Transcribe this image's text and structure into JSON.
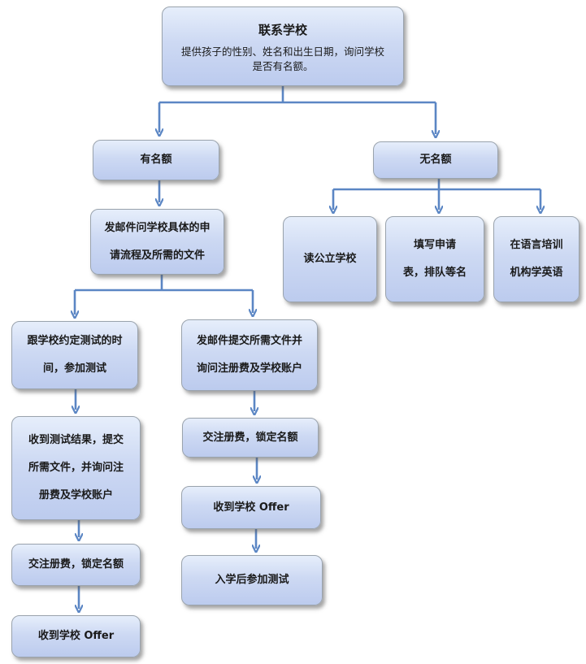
{
  "top": {
    "title": "联系学校",
    "desc_line1": "提供孩子的性别、姓名和出生日期，询问学校",
    "desc_line2": "是否有名额。"
  },
  "has_spot": {
    "label": "有名额"
  },
  "no_spot": {
    "label": "无名额"
  },
  "email_ask": {
    "line1": "发邮件问学校具体的申",
    "line2": "请流程及所需的文件"
  },
  "public_school": {
    "label": "读公立学校"
  },
  "waitlist": {
    "line1": "填写申请",
    "line2": "表，排队等名"
  },
  "language": {
    "line1": "在语言培训",
    "line2": "机构学英语"
  },
  "left_branch": {
    "test_date": {
      "line1": "跟学校约定测试的时",
      "line2": "间，参加测试"
    },
    "results": {
      "line1": "收到测试结果，提交",
      "line2": "所需文件，并询问注",
      "line3": "册费及学校账户"
    },
    "pay_fee": {
      "label": "交注册费，锁定名额"
    },
    "offer": {
      "label": "收到学校 Offer"
    }
  },
  "right_branch": {
    "submit_docs": {
      "line1": "发邮件提交所需文件并",
      "line2": "询问注册费及学校账户"
    },
    "pay_fee": {
      "label": "交注册费，锁定名额"
    },
    "offer": {
      "label": "收到学校 Offer"
    },
    "test_after": {
      "label": "入学后参加测试"
    }
  },
  "colors": {
    "arrow": "#5b86c4",
    "box_top": "#e6eefb",
    "box_bottom": "#bccbee"
  }
}
